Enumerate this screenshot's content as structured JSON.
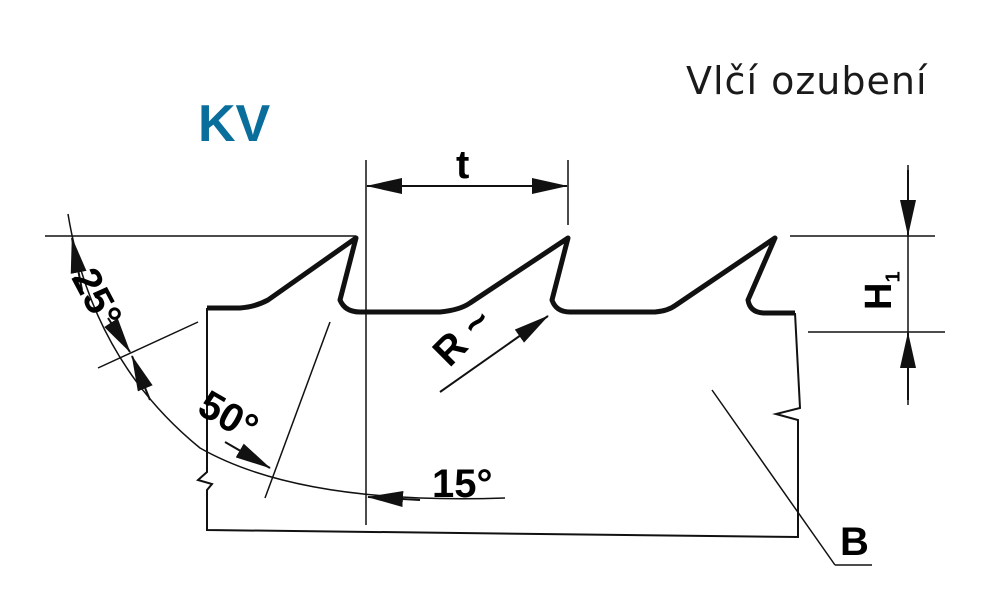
{
  "title": "Vlčí ozubení",
  "code": "KV",
  "labels": {
    "pitch": "t",
    "angle_top": "25°",
    "angle_mid": "50°",
    "angle_bottom": "15°",
    "radius": "R ~",
    "height": "H",
    "height_sub": "1",
    "body": "B"
  },
  "colors": {
    "accent": "#0a6e9c",
    "line": "#111111"
  }
}
